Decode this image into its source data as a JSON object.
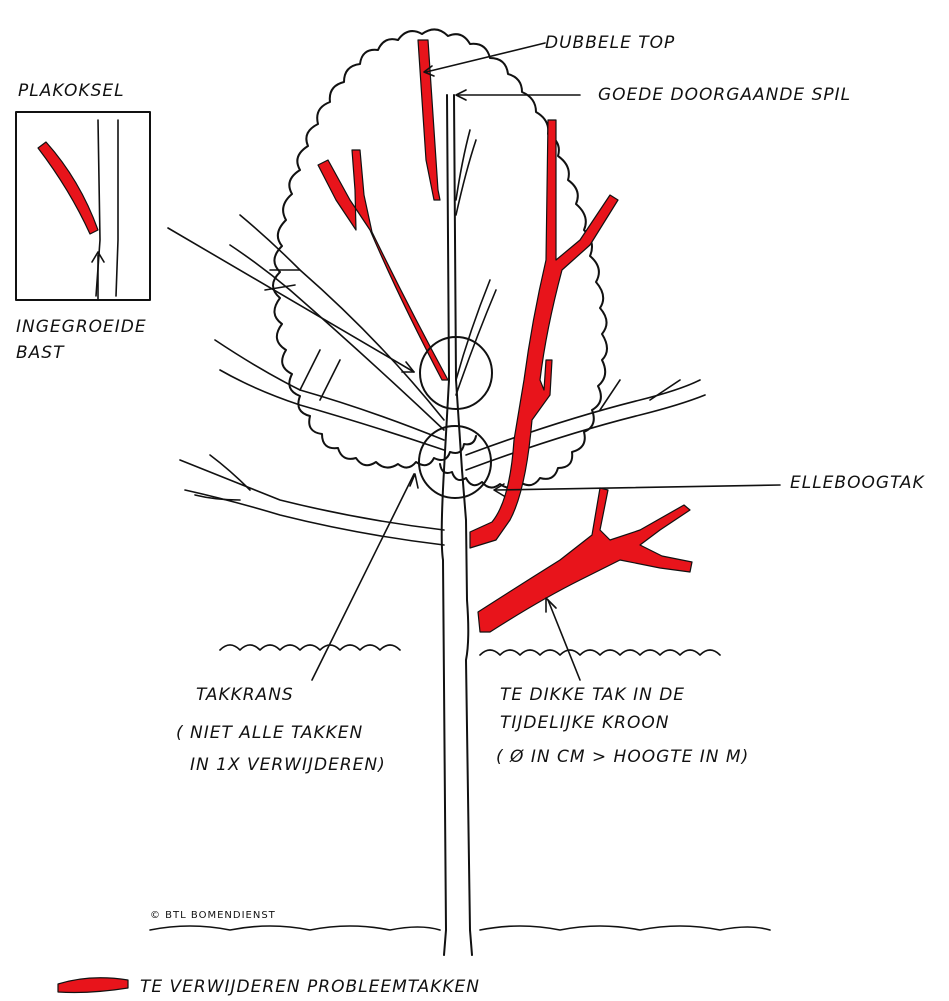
{
  "labels": {
    "dubbele_top": "DUBBELE TOP",
    "goede_spil": "GOEDE DOORGAANDE SPIL",
    "plakoksel": "PLAKOKSEL",
    "ingegroeide": "INGEGROEIDE",
    "bast": "BAST",
    "elleboogtak": "ELLEBOOGTAK",
    "takkrans": "TAKKRANS",
    "takkrans_note_1": "( NIET ALLE TAKKEN",
    "takkrans_note_2": "IN 1X VERWIJDEREN)",
    "te_dikke_1": "TE DIKKE TAK IN DE",
    "te_dikke_2": "TIJDELIJKE KROON",
    "te_dikke_3": "( Ø IN CM > HOOGTE IN M)",
    "copyright": "© BTL BOMENDIENST",
    "legend": "TE VERWIJDEREN PROBLEEMTAKKEN"
  },
  "colors": {
    "problem_branch": "#e8141b",
    "ink": "#111111"
  }
}
